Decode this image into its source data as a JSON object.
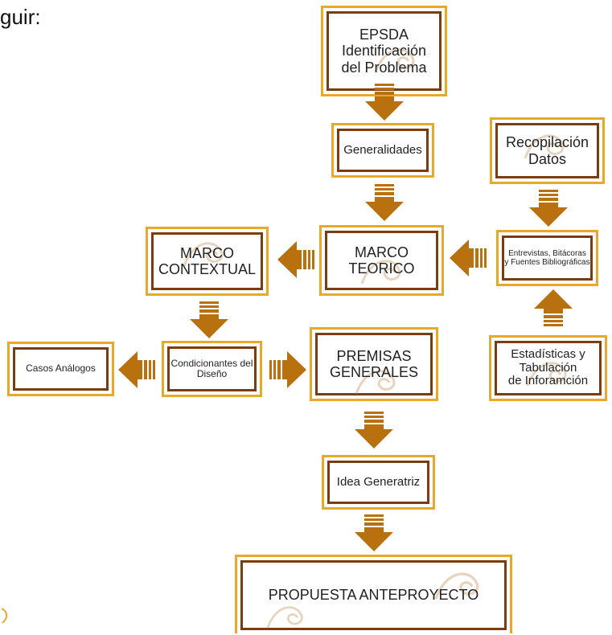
{
  "page": {
    "top_text": "guir:"
  },
  "nodes": {
    "epsda": "EPSDA\nIdentificación\ndel Problema",
    "generalidades": "Generalidades",
    "recopilacion": "Recopilación\nDatos",
    "marco_contextual": "MARCO\nCONTEXTUAL",
    "marco_teorico": "MARCO\nTEORICO",
    "entrevistas": "Entrevistas, Bitácoras\ny Fuentes Bibliográficas",
    "casos": "Casos Análogos",
    "condicionantes": "Condicionantes del\nDiseño",
    "premisas": "PREMISAS\nGENERALES",
    "estadisticas": "Estadísticas y\nTabulación\nde Inforamción",
    "idea": "Idea Generatriz",
    "propuesta": "PROPUESTA ANTEPROYECTO"
  },
  "colors": {
    "frame_outer": "#e9a827",
    "frame_inner": "#7a3d12",
    "arrow": "#b9700f",
    "swirl": "#c8a271"
  }
}
